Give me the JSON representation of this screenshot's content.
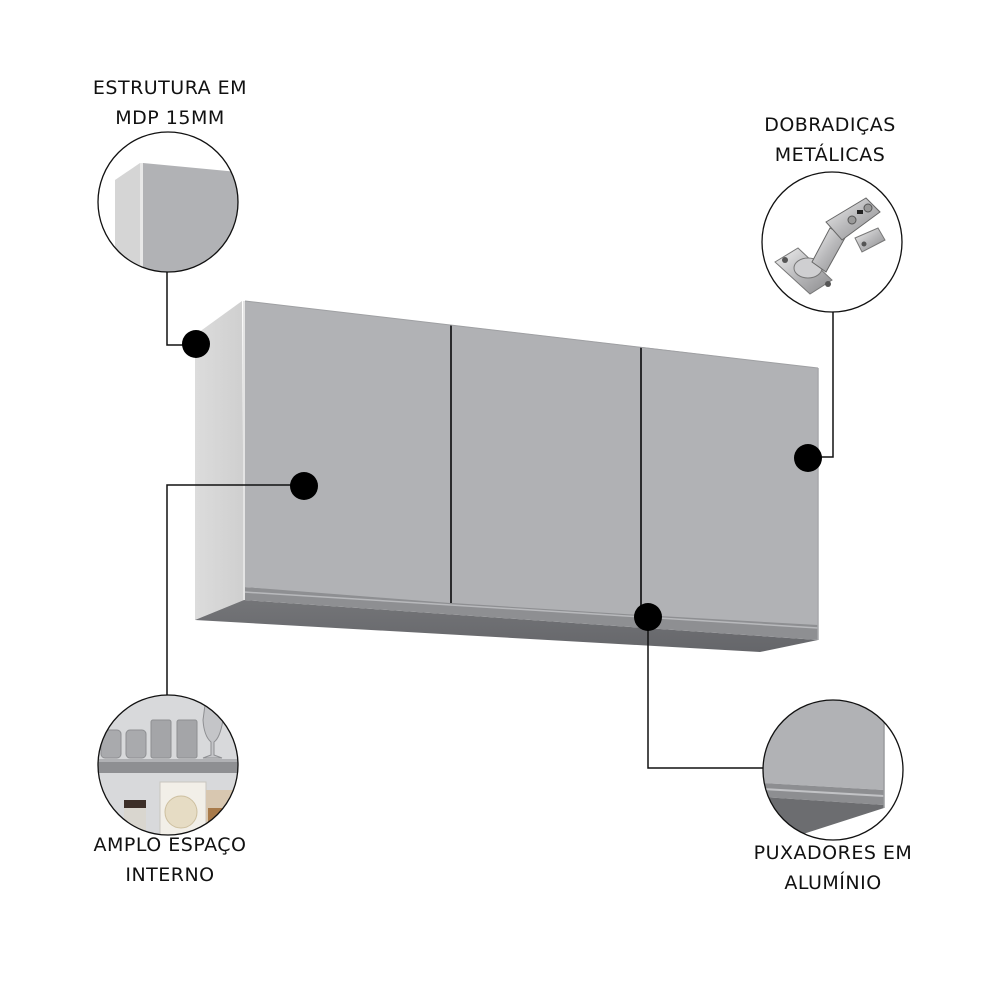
{
  "product": {
    "type": "wall cabinet, 3 doors",
    "colors": {
      "door": "#b1b2b5",
      "side": "#d6d6d6",
      "bottom": "#6e6f72",
      "handle_rail": "#8d8e91",
      "callout": "#000000",
      "background": "#ffffff"
    }
  },
  "callouts": [
    {
      "id": "structure",
      "lines": [
        "ESTRUTURA EM",
        "MDP 15MM"
      ],
      "thumbnail": "cabinet-corner-detail"
    },
    {
      "id": "hinges",
      "lines": [
        "DOBRADIÇAS",
        "METÁLICAS"
      ],
      "thumbnail": "metal-hinge"
    },
    {
      "id": "space",
      "lines": [
        "AMPLO ESPAÇO",
        "INTERNO"
      ],
      "thumbnail": "interior-shelf-with-glasses"
    },
    {
      "id": "handles",
      "lines": [
        "PUXADORES EM",
        "ALUMÍNIO"
      ],
      "thumbnail": "aluminium-handle-profile"
    }
  ]
}
